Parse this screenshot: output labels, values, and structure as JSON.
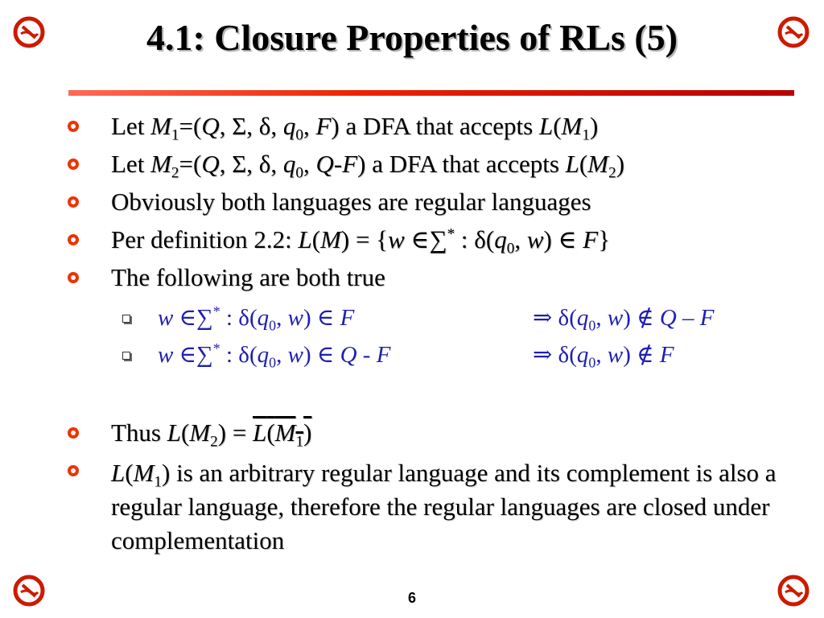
{
  "slide": {
    "title": "4.1:  Closure Properties of RLs (5)",
    "page_number": "6"
  },
  "bullets": [
    "Let M1=(Q, Σ, δ, q0, F) a DFA that accepts L(M1)",
    "Let M2=(Q, Σ, δ, q0, Q-F) a DFA that accepts L(M2)",
    "Obviously both languages are regular languages",
    "Per definition 2.2: L(M) = {w ∈∑* : δ(q0, w) ∈ F}",
    "The following are both true"
  ],
  "sub_bullets": [
    {
      "condition": "w ∈∑* : δ(q0, w) ∈ F",
      "implication": "⇒ δ(q0, w) ∉ Q – F"
    },
    {
      "condition": "w ∈∑* : δ(q0, w) ∈ Q - F",
      "implication": "⇒ δ(q0, w) ∉ F"
    }
  ],
  "conclusions": [
    "Thus L(M2) = L(M1)",
    "L(M1) is an arbitrary regular language and its complement is also a regular language, therefore the regular languages are closed under complementation"
  ],
  "colors": {
    "accent": "#ee3300",
    "sub_text": "#1f1fb0",
    "rule_start": "#ff6a55",
    "rule_end": "#b80000"
  },
  "icons": {
    "corner": "no-smoking-style-circle-icon"
  }
}
